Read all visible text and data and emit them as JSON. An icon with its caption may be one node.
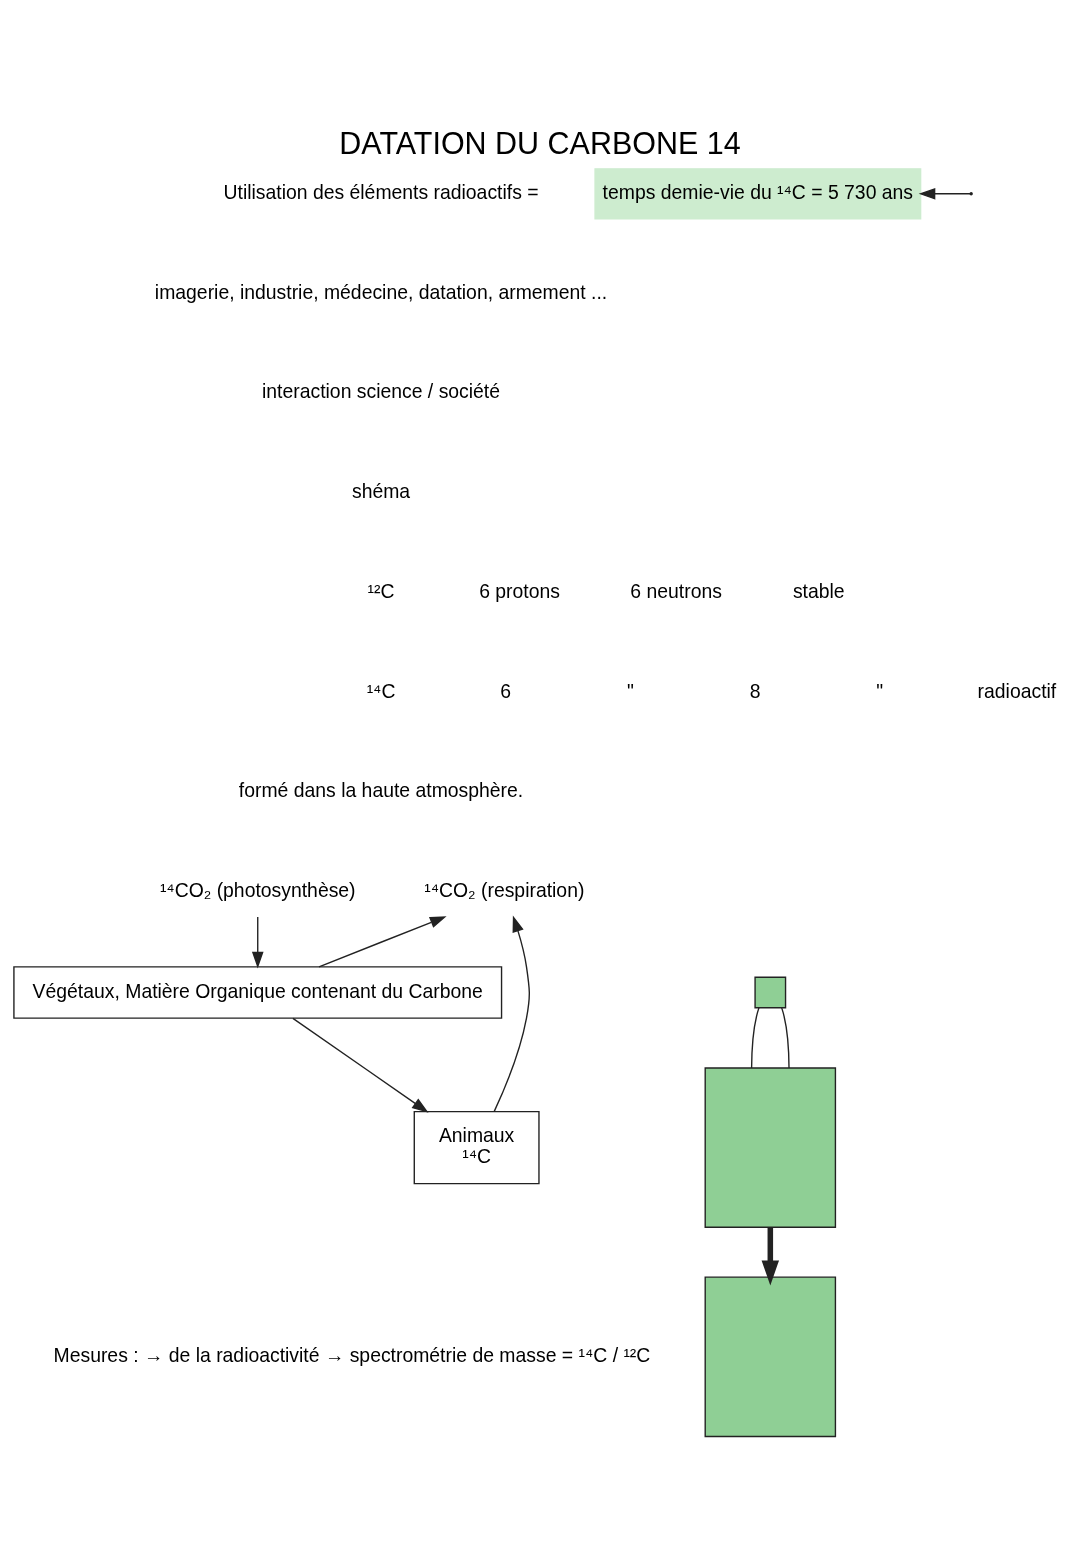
{
  "diagram": {
    "title": "DATATION DU CARBONE 14",
    "nodes": [
      {
        "text": [
          "¹⁴CO₂ (respiration)"
        ]
      },
      {
        "text": [
          "¹⁴CO₂ (photosynthèse)"
        ]
      },
      {
        "text": [
          "Végétaux, Matière Organique contenant du Carbone"
        ]
      },
      {
        "text": [
          "Animaux",
          "¹⁴C"
        ]
      },
      {
        "text": [],
        "shape": "box"
      },
      {
        "text": [],
        "shape": "box"
      },
      {
        "text": [],
        "shape": "box"
      },
      {
        "text": [
          "temps demie-vie du ¹⁴C = 5 730 ans"
        ]
      }
    ],
    "edges": [
      {
        "from": 2,
        "to": 0,
        "arrow": "to"
      },
      {
        "from": 3,
        "to": 0,
        "arrow": "to"
      },
      {
        "from": 1,
        "to": 2,
        "arrow": "to"
      },
      {
        "from": 2,
        "to": 3,
        "arrow": "to"
      },
      {
        "from": 4,
        "to": 5,
        "arrow": "none"
      },
      {
        "from": 4,
        "to": 5,
        "arrow": "none"
      },
      {
        "from": 5,
        "to": 6,
        "arrow": "to",
        "style": "thick"
      },
      {
        "from": null,
        "to": 7,
        "arrow": "to"
      }
    ],
    "labels": [
      "Utilisation des éléments radioactifs =",
      "imagerie, industrie, médecine, datation, armement ...",
      "interaction science / société",
      "shéma",
      "¹²C",
      "6 protons",
      "6 neutrons",
      "stable",
      "¹⁴C",
      "6",
      "\"",
      "8",
      "\"",
      "radioactif",
      "formé dans la haute atmosphère.",
      "Mesures : → de la radioactivité → spectrométrie de masse = ¹⁴C / ¹²C"
    ]
  }
}
